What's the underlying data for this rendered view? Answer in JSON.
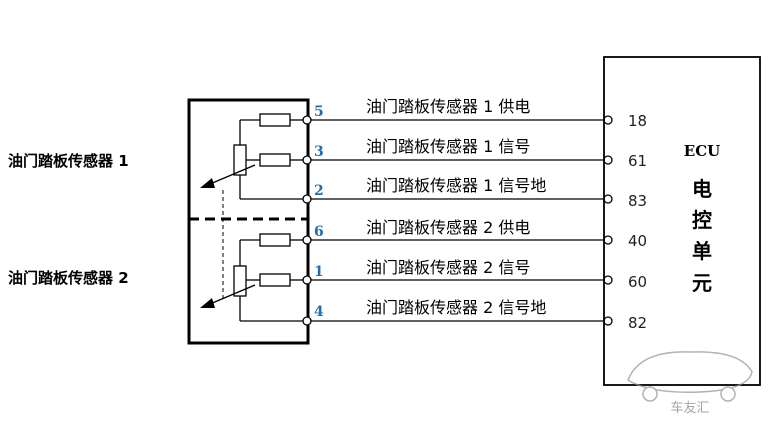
{
  "sensors": {
    "s1_label": "油门踏板传感器 1",
    "s2_label": "油门踏板传感器 2"
  },
  "connections": [
    {
      "left_pin": "5",
      "label": "油门踏板传感器 1 供电",
      "ecu_pin": "18"
    },
    {
      "left_pin": "3",
      "label": "油门踏板传感器 1 信号",
      "ecu_pin": "61"
    },
    {
      "left_pin": "2",
      "label": "油门踏板传感器 1 信号地",
      "ecu_pin": "83"
    },
    {
      "left_pin": "6",
      "label": "油门踏板传感器 2 供电",
      "ecu_pin": "40"
    },
    {
      "left_pin": "1",
      "label": "油门踏板传感器 2 信号",
      "ecu_pin": "60"
    },
    {
      "left_pin": "4",
      "label": "油门踏板传感器 2 信号地",
      "ecu_pin": "82"
    }
  ],
  "ecu": {
    "title": "ECU",
    "chars": [
      "电",
      "控",
      "单",
      "元"
    ]
  },
  "watermark": "车友汇",
  "colors": {
    "line": "#000000",
    "left_pin_number": "#1f6fb0",
    "watermark": "#888888"
  }
}
